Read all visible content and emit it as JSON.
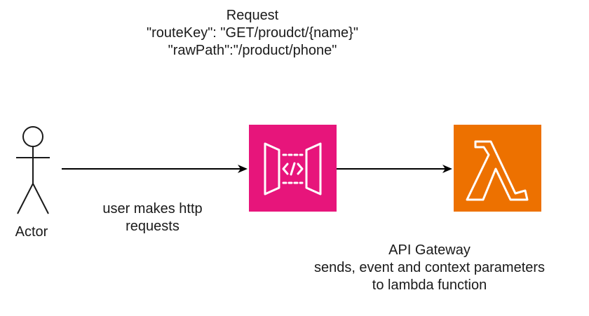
{
  "request": {
    "title": "Request",
    "route_key_line": "\"routeKey\": \"GET/proudct/{name}\"",
    "raw_path_line": "\"rawPath\":\"/product/phone\""
  },
  "actor": {
    "label": "Actor"
  },
  "user_edge": {
    "label_line1": "user makes http",
    "label_line2": "requests"
  },
  "gateway_edge": {
    "label_line1": "API Gateway",
    "label_line2": "sends, event and context parameters",
    "label_line3": "to lambda function"
  },
  "nodes": {
    "api_gateway": {
      "icon": "api-gateway-icon",
      "color": "#E7157B"
    },
    "lambda": {
      "icon": "lambda-icon",
      "color": "#ED7100"
    }
  }
}
